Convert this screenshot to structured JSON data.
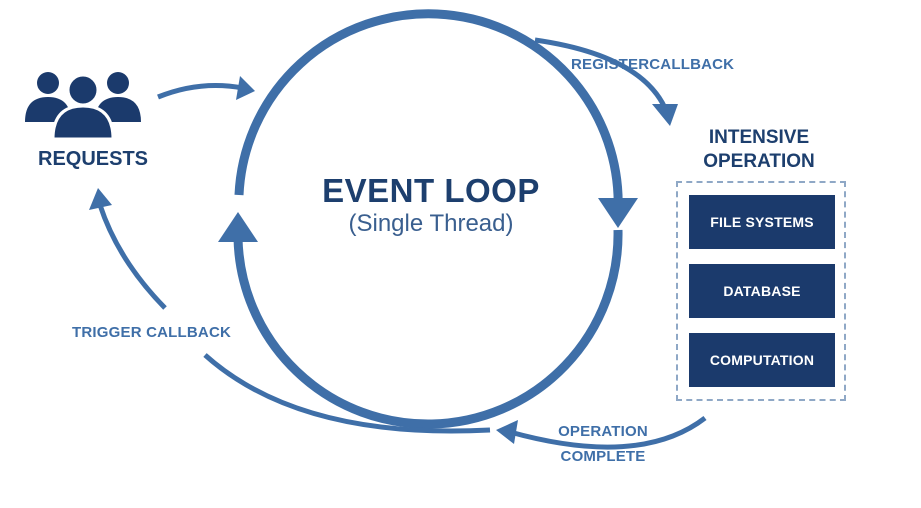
{
  "diagram": {
    "center": {
      "title": "EVENT LOOP",
      "subtitle": "(Single Thread)"
    },
    "requests_label": "REQUESTS",
    "register_label": "REGISTERCALLBACK",
    "intensive_label": "INTENSIVE OPERATION",
    "operations": [
      "FILE SYSTEMS",
      "DATABASE",
      "COMPUTATION"
    ],
    "operation_complete_label": "OPERATION COMPLETE",
    "trigger_label": "TRIGGER CALLBACK",
    "colors": {
      "primary_blue": "#3f6fa8",
      "dark_navy": "#1b3a6c",
      "dashed_border": "#8fa8c6"
    },
    "icons": {
      "requests": "users-group-icon"
    }
  }
}
